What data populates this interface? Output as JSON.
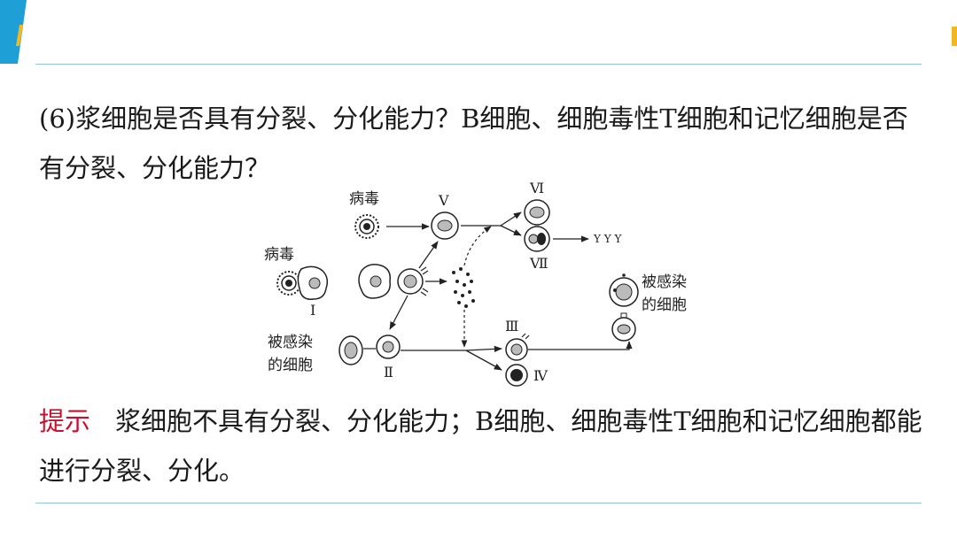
{
  "question": {
    "text": "(6)浆细胞是否具有分裂、分化能力？B细胞、细胞毒性T细胞和记忆细胞是否有分裂、分化能力？"
  },
  "diagram": {
    "labels": {
      "virus_top": "病毒",
      "virus_left": "病毒",
      "infected_left_line1": "被感染",
      "infected_left_line2": "的细胞",
      "infected_right_line1": "被感染",
      "infected_right_line2": "的细胞",
      "roman_I": "Ⅰ",
      "roman_II": "Ⅱ",
      "roman_III": "Ⅲ",
      "roman_IV": "Ⅳ",
      "roman_V": "Ⅴ",
      "roman_VI": "Ⅵ",
      "roman_VII": "Ⅶ",
      "antibodies": "Y Y Y"
    }
  },
  "hint": {
    "label": "提示",
    "text": "浆细胞不具有分裂、分化能力；B细胞、细胞毒性T细胞和记忆细胞都能进行分裂、分化。"
  },
  "colors": {
    "accent_blue": "#1e9fd6",
    "rule": "#8fc6d8",
    "hint_red": "#c8102e",
    "right_tab": "#f2b824"
  }
}
